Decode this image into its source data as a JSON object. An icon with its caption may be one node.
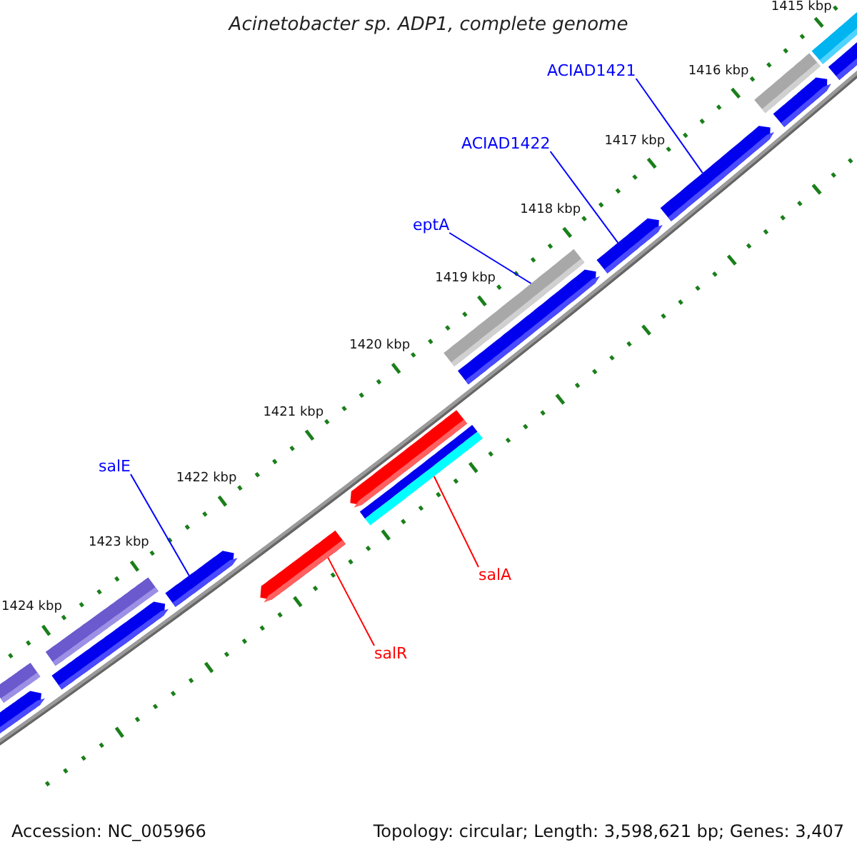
{
  "diagram": {
    "title": "Acinetobacter sp. ADP1, complete genome",
    "nodes": [
      {
        "text": [
          "ACIAD1421"
        ]
      },
      {
        "text": [
          "ACIAD1422"
        ]
      },
      {
        "text": [
          "eptA"
        ]
      },
      {
        "text": [
          "salE"
        ]
      },
      {
        "text": [
          "salA"
        ]
      },
      {
        "text": [
          "salR"
        ]
      },
      {
        "text": [],
        "shape": "bar"
      },
      {
        "text": [],
        "shape": "arrow"
      },
      {
        "text": [],
        "shape": "bar"
      },
      {
        "text": [],
        "shape": "arrow"
      },
      {
        "text": [],
        "shape": "arrow"
      },
      {
        "text": [],
        "shape": "arrow"
      },
      {
        "text": [],
        "shape": "bar"
      },
      {
        "text": [],
        "shape": "arrow"
      },
      {
        "text": [],
        "shape": "arrow"
      },
      {
        "text": [],
        "shape": "bar"
      },
      {
        "text": [],
        "shape": "arrow"
      },
      {
        "text": [],
        "shape": "arrow"
      },
      {
        "text": [],
        "shape": "bar"
      },
      {
        "text": [],
        "shape": "arrow"
      },
      {
        "text": [],
        "shape": "bar"
      },
      {
        "text": [],
        "shape": "arrow"
      }
    ],
    "edges": [
      {
        "from": 0,
        "to": 10,
        "arrow": "none"
      },
      {
        "from": 1,
        "to": 11,
        "arrow": "none"
      },
      {
        "from": 2,
        "to": 12,
        "arrow": "none"
      },
      {
        "from": 3,
        "to": 17,
        "arrow": "none"
      },
      {
        "from": 4,
        "to": 15,
        "arrow": "none",
        "color": "#ff0000"
      },
      {
        "from": 5,
        "to": 16,
        "arrow": "none",
        "color": "#ff0000"
      }
    ],
    "labels": [
      "1415 kbp",
      "1416 kbp",
      "1417 kbp",
      "1418 kbp",
      "1419 kbp",
      "1420 kbp",
      "1421 kbp",
      "1422 kbp",
      "1423 kbp",
      "1424 kbp",
      "Accession: NC_005966",
      "Topology: circular; Length: 3,598,621 bp; Genes: 3,407"
    ]
  }
}
